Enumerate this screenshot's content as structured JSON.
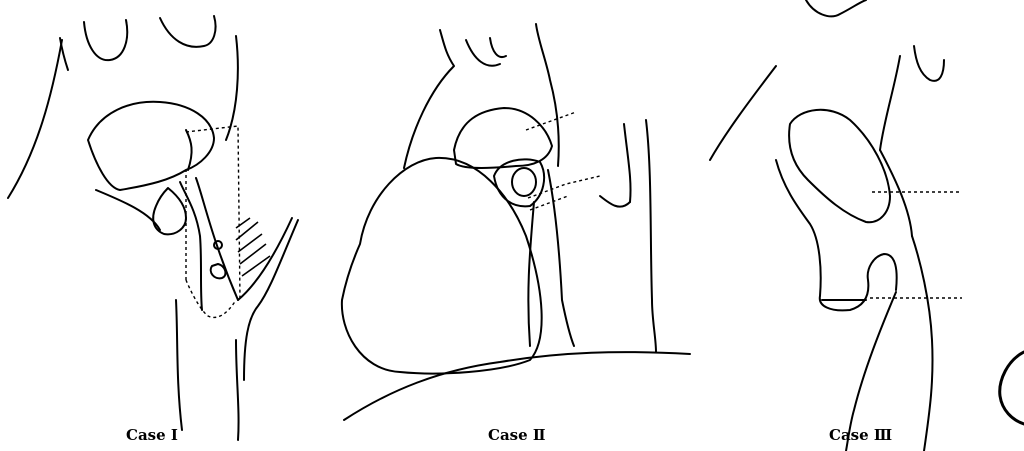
{
  "panels": [
    {
      "caption": "Case Ⅰ"
    },
    {
      "caption": "Case Ⅱ"
    },
    {
      "caption": "Case Ⅲ"
    }
  ]
}
